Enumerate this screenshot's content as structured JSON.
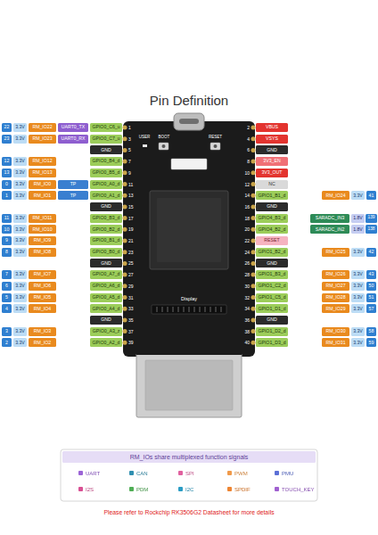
{
  "diagram": {
    "title": "Pin Definition",
    "nodes": [
      {
        "text": [
          "22"
        ]
      },
      {
        "text": [
          "3.3V"
        ]
      },
      {
        "text": [
          "RM_IO22"
        ]
      },
      {
        "text": [
          "UART0_TX"
        ]
      },
      {
        "text": [
          "GPIO0_C6_u"
        ]
      },
      {
        "text": [
          "VBUS"
        ]
      },
      {
        "text": [
          "23"
        ]
      },
      {
        "text": [
          "3.3V"
        ]
      },
      {
        "text": [
          "RM_IO23"
        ]
      },
      {
        "text": [
          "UART0_RX"
        ]
      },
      {
        "text": [
          "GPIO0_C7_u"
        ]
      },
      {
        "text": [
          "VSYS"
        ]
      },
      {
        "text": [
          "GND"
        ]
      },
      {
        "text": [
          "GND"
        ]
      },
      {
        "text": [
          "12"
        ]
      },
      {
        "text": [
          "3.3V"
        ]
      },
      {
        "text": [
          "RM_IO12"
        ]
      },
      {
        "text": [
          "GPIO0_B4_d"
        ]
      },
      {
        "text": [
          "3V3_EN"
        ]
      },
      {
        "text": [
          "13"
        ]
      },
      {
        "text": [
          "3.3V"
        ]
      },
      {
        "text": [
          "RM_IO13"
        ]
      },
      {
        "text": [
          "GPIO0_B5_d"
        ]
      },
      {
        "text": [
          "3V3_OUT"
        ]
      },
      {
        "text": [
          "0"
        ]
      },
      {
        "text": [
          "3.3V"
        ]
      },
      {
        "text": [
          "RM_IO0"
        ]
      },
      {
        "text": [
          "TP"
        ]
      },
      {
        "text": [
          "GPIO0_A0_d"
        ]
      },
      {
        "text": [
          "NC"
        ]
      },
      {
        "text": [
          "1"
        ]
      },
      {
        "text": [
          "3.3V"
        ]
      },
      {
        "text": [
          "RM_IO1"
        ]
      },
      {
        "text": [
          "TP"
        ]
      },
      {
        "text": [
          "GPIO0_A1_d"
        ]
      },
      {
        "text": [
          "GPIO1_B1_d"
        ]
      },
      {
        "text": [
          "RM_IO24"
        ]
      },
      {
        "text": [
          "3.3V"
        ]
      },
      {
        "text": [
          "41"
        ]
      },
      {
        "text": [
          "GND"
        ]
      },
      {
        "text": [
          "GND"
        ]
      },
      {
        "text": [
          "11"
        ]
      },
      {
        "text": [
          "3.3V"
        ]
      },
      {
        "text": [
          "RM_IO11"
        ]
      },
      {
        "text": [
          "GPIO0_B3_d"
        ]
      },
      {
        "text": [
          "GPIO4_B3_d"
        ]
      },
      {
        "text": [
          "SARADC_IN3"
        ]
      },
      {
        "text": [
          "1.8V"
        ]
      },
      {
        "text": [
          "139"
        ]
      },
      {
        "text": [
          "10"
        ]
      },
      {
        "text": [
          "3.3V"
        ]
      },
      {
        "text": [
          "RM_IO10"
        ]
      },
      {
        "text": [
          "GPIO0_B2_d"
        ]
      },
      {
        "text": [
          "GPIO4_B2_d"
        ]
      },
      {
        "text": [
          "SARADC_IN2"
        ]
      },
      {
        "text": [
          "1.8V"
        ]
      },
      {
        "text": [
          "138"
        ]
      },
      {
        "text": [
          "9"
        ]
      },
      {
        "text": [
          "3.3V"
        ]
      },
      {
        "text": [
          "RM_IO9"
        ]
      },
      {
        "text": [
          "GPIO0_B1_d"
        ]
      },
      {
        "text": [
          "RESET"
        ]
      },
      {
        "text": [
          "8"
        ]
      },
      {
        "text": [
          "3.3V"
        ]
      },
      {
        "text": [
          "RM_IO8"
        ]
      },
      {
        "text": [
          "GPIO0_B0_d"
        ]
      },
      {
        "text": [
          "GPIO1_B2_d"
        ]
      },
      {
        "text": [
          "RM_IO25"
        ]
      },
      {
        "text": [
          "3.3V"
        ]
      },
      {
        "text": [
          "42"
        ]
      },
      {
        "text": [
          "GND"
        ]
      },
      {
        "text": [
          "GND"
        ]
      },
      {
        "text": [
          "7"
        ]
      },
      {
        "text": [
          "3.3V"
        ]
      },
      {
        "text": [
          "RM_IO7"
        ]
      },
      {
        "text": [
          "GPIO0_A7_d"
        ]
      },
      {
        "text": [
          "GPIO1_B3_d"
        ]
      },
      {
        "text": [
          "RM_IO26"
        ]
      },
      {
        "text": [
          "3.3V"
        ]
      },
      {
        "text": [
          "43"
        ]
      },
      {
        "text": [
          "6"
        ]
      },
      {
        "text": [
          "3.3V"
        ]
      },
      {
        "text": [
          "RM_IO6"
        ]
      },
      {
        "text": [
          "GPIO0_A6_d"
        ]
      },
      {
        "text": [
          "GPIO1_C2_d"
        ]
      },
      {
        "text": [
          "RM_IO27"
        ]
      },
      {
        "text": [
          "3.3V"
        ]
      },
      {
        "text": [
          "50"
        ]
      },
      {
        "text": [
          "5"
        ]
      },
      {
        "text": [
          "3.3V"
        ]
      },
      {
        "text": [
          "RM_IO5"
        ]
      },
      {
        "text": [
          "GPIO0_A5_d"
        ]
      },
      {
        "text": [
          "GPIO1_C5_d"
        ]
      },
      {
        "text": [
          "RM_IO28"
        ]
      },
      {
        "text": [
          "3.3V"
        ]
      },
      {
        "text": [
          "51"
        ]
      },
      {
        "text": [
          "4"
        ]
      },
      {
        "text": [
          "3.3V"
        ]
      },
      {
        "text": [
          "RM_IO4"
        ]
      },
      {
        "text": [
          "GPIO0_A4_d"
        ]
      },
      {
        "text": [
          "GPIO1_D1_d"
        ]
      },
      {
        "text": [
          "RM_IO29"
        ]
      },
      {
        "text": [
          "3.3V"
        ]
      },
      {
        "text": [
          "57"
        ]
      },
      {
        "text": [
          "GND"
        ]
      },
      {
        "text": [
          "GND"
        ]
      },
      {
        "text": [
          "3"
        ]
      },
      {
        "text": [
          "3.3V"
        ]
      },
      {
        "text": [
          "RM_IO3"
        ]
      },
      {
        "text": [
          "GPIO0_A3_z"
        ]
      },
      {
        "text": [
          "GPIO1_D2_d"
        ]
      },
      {
        "text": [
          "RM_IO30"
        ]
      },
      {
        "text": [
          "3.3V"
        ]
      },
      {
        "text": [
          "58"
        ]
      },
      {
        "text": [
          "2"
        ]
      },
      {
        "text": [
          "3.3V"
        ]
      },
      {
        "text": [
          "RM_IO2"
        ]
      },
      {
        "text": [
          "GPIO0_A2_d"
        ]
      },
      {
        "text": [
          "GPIO1_D3_d"
        ]
      },
      {
        "text": [
          "RM_IO31"
        ]
      },
      {
        "text": [
          "3.3V"
        ]
      },
      {
        "text": [
          "59"
        ]
      },
      {
        "text": [
          "RM_IOs share multiplexed function signals"
        ]
      }
    ],
    "labels": [
      "1",
      "2",
      "3",
      "4",
      "5",
      "6",
      "7",
      "8",
      "9",
      "10",
      "11",
      "12",
      "13",
      "14",
      "15",
      "16",
      "17",
      "18",
      "19",
      "20",
      "21",
      "22",
      "23",
      "24",
      "25",
      "26",
      "27",
      "28",
      "29",
      "30",
      "31",
      "32",
      "33",
      "34",
      "35",
      "36",
      "37",
      "38",
      "39",
      "40",
      "USER",
      "BOOT",
      "RESET",
      "Display",
      "Please refer to Rockchip RK3506G2 Datasheet for more details"
    ],
    "legend": [
      {
        "text": "UART",
        "color": "#9b63d6"
      },
      {
        "text": "CAN",
        "color": "#2f8fb0"
      },
      {
        "text": "SPI",
        "color": "#e0609f"
      },
      {
        "text": "PWM",
        "color": "#f09a4a"
      },
      {
        "text": "PMU",
        "color": "#5b6fd6"
      },
      {
        "text": "I2S",
        "color": "#d94f93"
      },
      {
        "text": "PDM",
        "color": "#4fae55"
      },
      {
        "text": "I2C",
        "color": "#2a9cc4"
      },
      {
        "text": "SPDIF",
        "color": "#ee8532"
      },
      {
        "text": "TOUCH_KEY",
        "color": "#a060d0"
      }
    ]
  }
}
